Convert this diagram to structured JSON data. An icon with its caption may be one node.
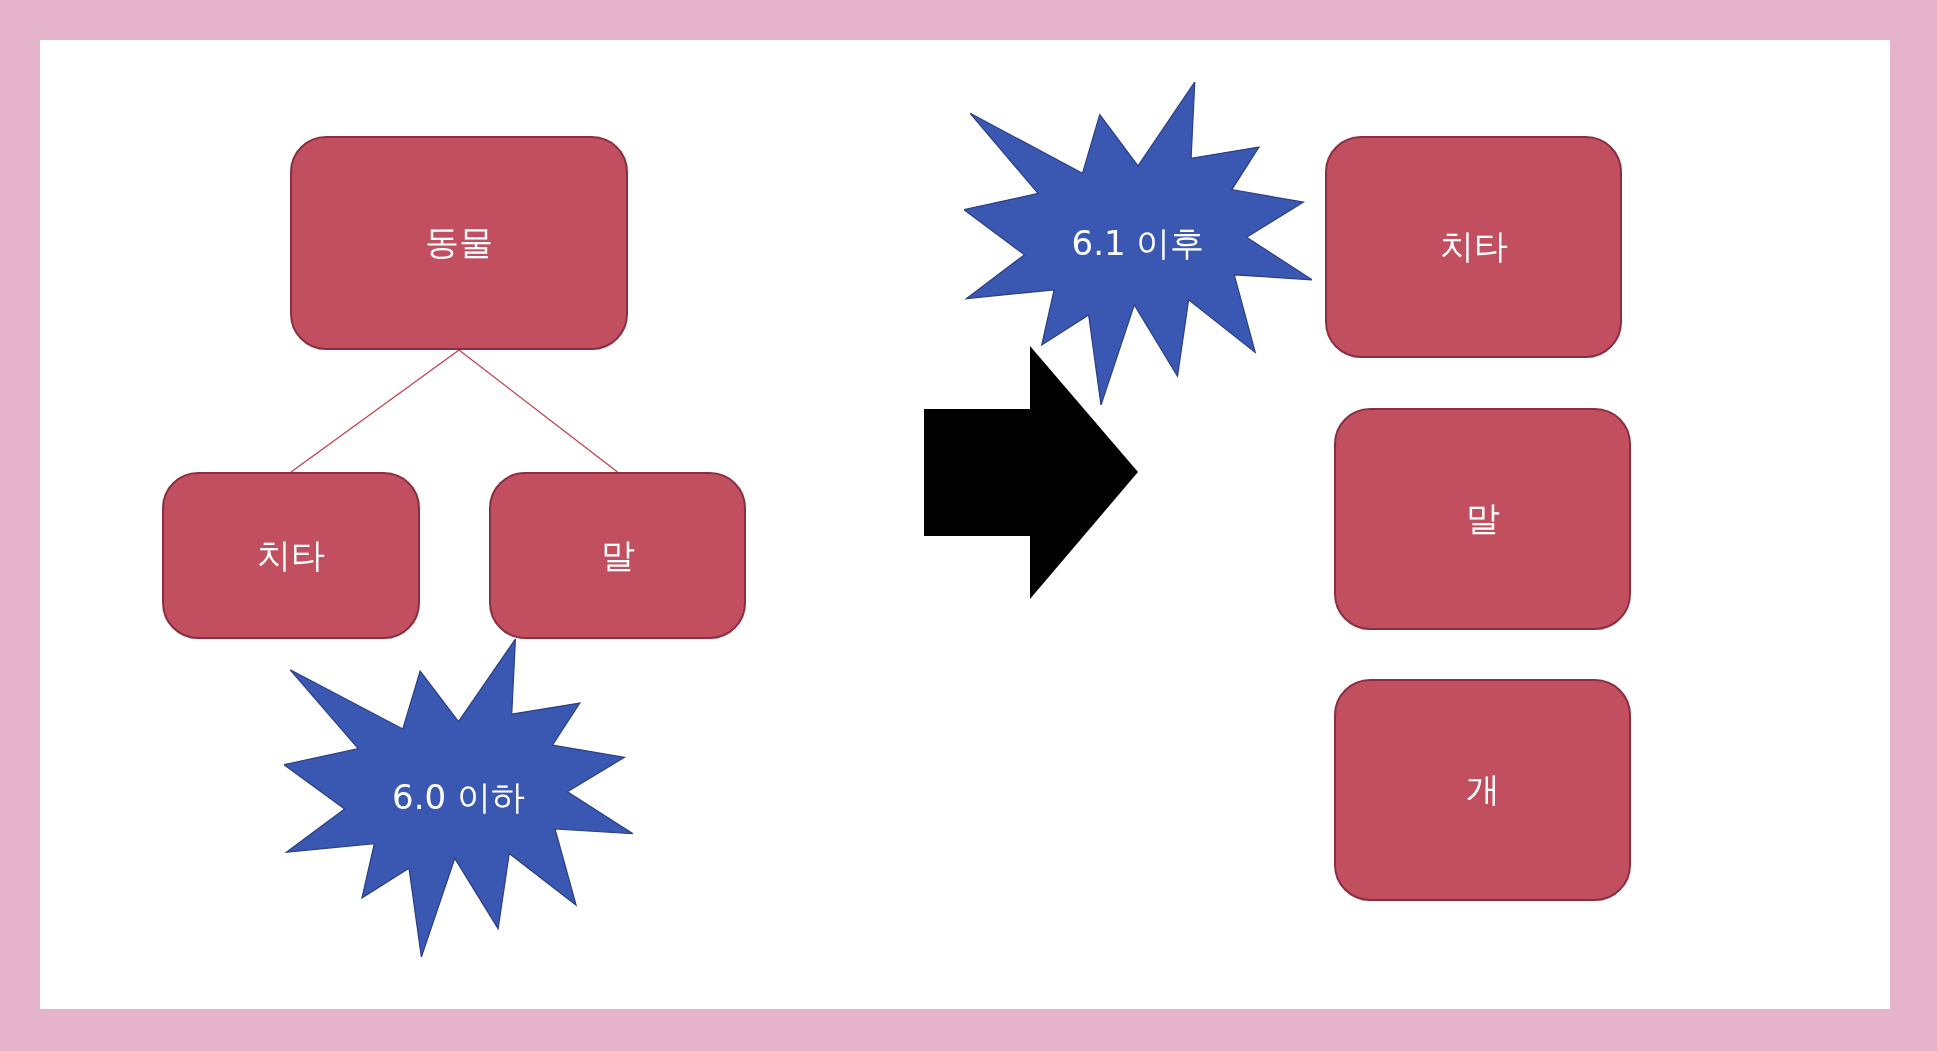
{
  "diagram": {
    "nodes": [
      {
        "text": [
          "동물"
        ]
      },
      {
        "text": [
          "치타"
        ]
      },
      {
        "text": [
          "말"
        ]
      },
      {
        "text": [
          "6.0 이하"
        ]
      },
      {
        "text": [
          "6.1 이후"
        ]
      },
      {
        "text": [
          "치타"
        ]
      },
      {
        "text": [
          "말"
        ]
      },
      {
        "text": [
          "개"
        ]
      }
    ],
    "edges": [
      {
        "from": 0,
        "to": 1,
        "arrow": "none"
      },
      {
        "from": 0,
        "to": 2,
        "arrow": "none"
      }
    ]
  }
}
